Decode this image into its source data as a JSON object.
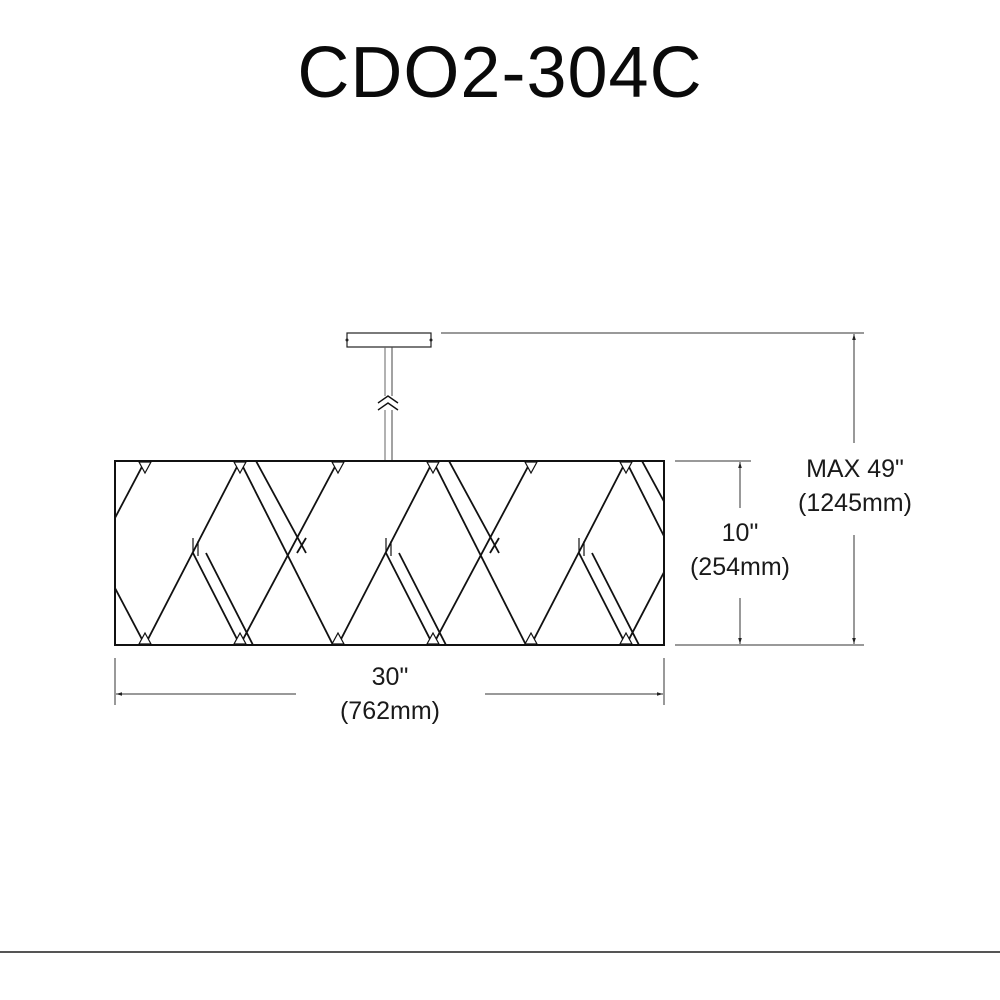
{
  "title": "CDO2-304C",
  "dimensions": {
    "width": {
      "imperial": "30\"",
      "metric": "(762mm)"
    },
    "height": {
      "imperial": "10\"",
      "metric": "(254mm)"
    },
    "overall_height": {
      "imperial": "MAX 49\"",
      "metric": "(1245mm)"
    }
  },
  "drawing": {
    "subject": "drum-shade-pendant-with-lattice-pattern",
    "line_color": "#111111",
    "dimension_line_color": "#333333"
  }
}
